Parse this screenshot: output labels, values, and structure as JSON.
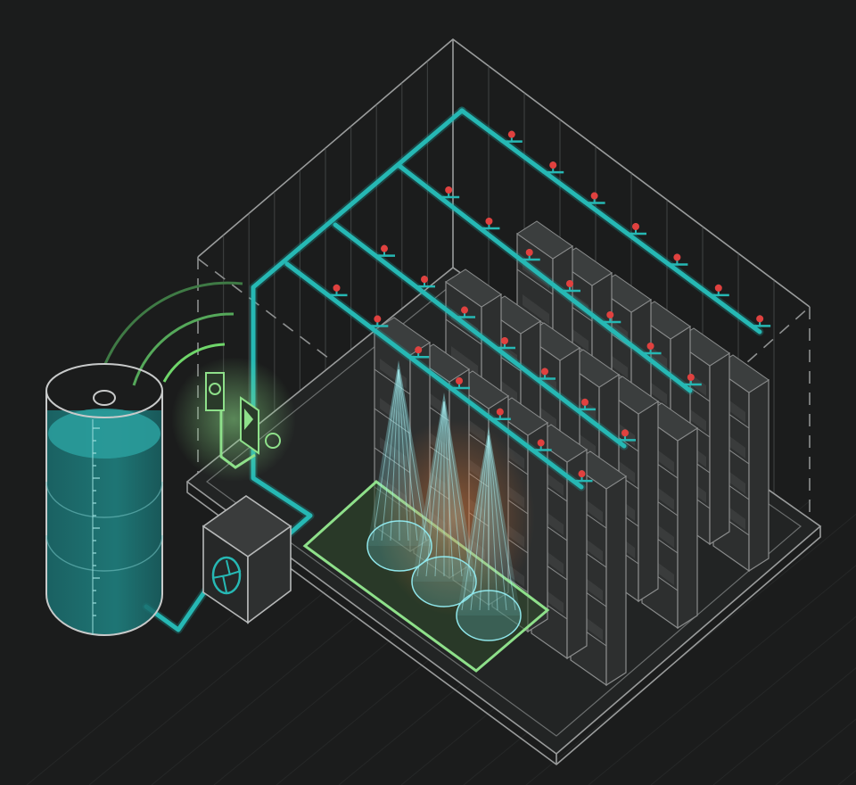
{
  "colors": {
    "background": "#1b1c1c",
    "wireframe": "#9a9c9c",
    "pipe": "#26b8b4",
    "sprinkler": "#e0413f",
    "tank_water": "#1f7f7f",
    "zone_highlight": "#8ee08a",
    "heat_glow": "#e07a3a",
    "control_unit": "#6be05a"
  },
  "icons": {
    "tank": "water-tank-icon",
    "pump": "pump-fan-icon",
    "valve": "valve-icon",
    "sprinkler": "sprinkler-head-icon",
    "signal": "wireless-signal-icon"
  },
  "layout": {
    "branch_pipes": 4,
    "sprinklers_per_branch": 7,
    "active_sprays": 3
  }
}
